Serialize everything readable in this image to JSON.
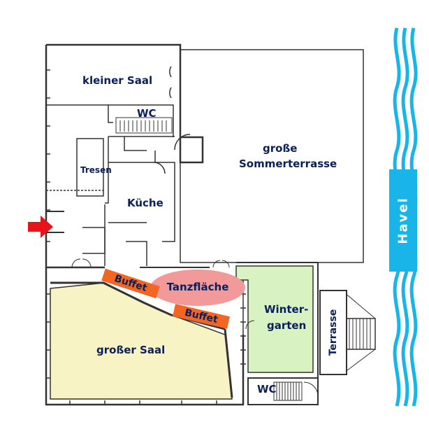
{
  "rooms": {
    "kleiner_saal": "kleiner Saal",
    "wc_top": "WC",
    "grosse_sommerterrasse_1": "große",
    "grosse_sommerterrasse_2": "Sommerterrasse",
    "tresen": "Tresen",
    "kueche": "Küche",
    "tanzflaeche": "Tanzfläche",
    "buffet_1": "Buffet",
    "buffet_2": "Buffet",
    "wintergarten_1": "Winter-",
    "wintergarten_2": "garten",
    "terrasse": "Terrasse",
    "grosser_saal": "großer Saal",
    "wc_bottom": "WC",
    "havel": "Havel"
  },
  "colors": {
    "label": "#0b1f5a",
    "grosser_saal_fill": "#f7f3c4",
    "wintergarten_fill": "#d9f2c2",
    "buffet": "#f26522",
    "tanzflaeche": "#f29a9a",
    "river": "#19b5e8",
    "entrance_arrow": "#e8141b",
    "wall": "#333333"
  },
  "icons": {
    "entrance": "arrow-right-icon",
    "river": "water-waves-icon"
  }
}
